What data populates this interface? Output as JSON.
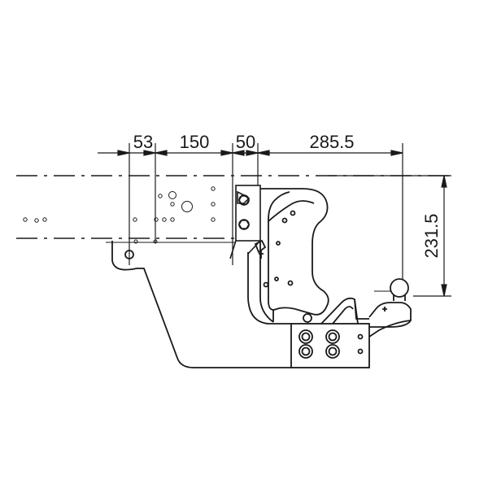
{
  "drawing": {
    "colors": {
      "line": "#1a1a1a",
      "background": "#ffffff"
    },
    "dimensions": {
      "horizontal": [
        "53",
        "150",
        "50",
        "285.5"
      ],
      "vertical": "231.5"
    }
  }
}
